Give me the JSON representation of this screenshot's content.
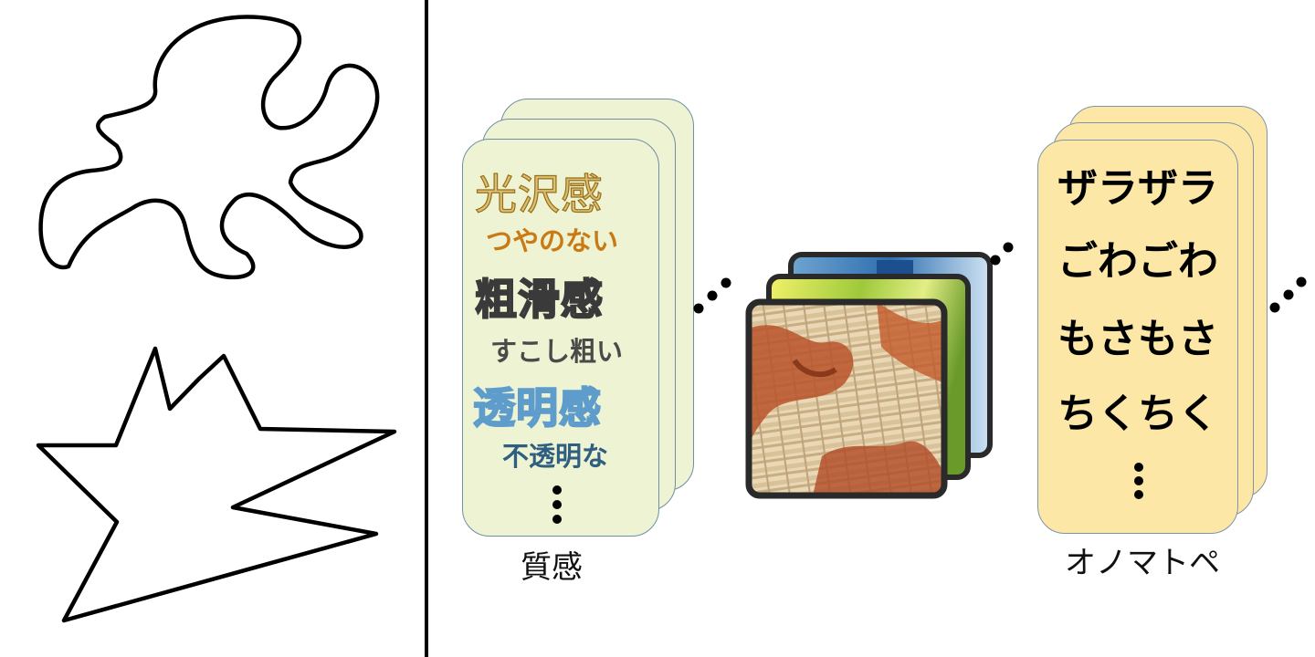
{
  "texture": {
    "caption": "質感",
    "terms": [
      {
        "term": "光沢感",
        "sub": "つやのない"
      },
      {
        "term": "粗滑感",
        "sub": "すこし粗い"
      },
      {
        "term": "透明感",
        "sub": "不透明な"
      }
    ]
  },
  "onomatopoeia": {
    "caption": "オノマトペ",
    "words": [
      "ザラザラ",
      "ごわごわ",
      "もさもさ",
      "ちくちく"
    ]
  },
  "colors": {
    "texture_card_fill": "#eef3d3",
    "onomatopoeia_card_fill": "#fce7a6",
    "card_border": "#6f8fa3",
    "divider": "#000000"
  },
  "icons": {
    "ellipsis": "vertical-and-diagonal-dots",
    "left_shapes": [
      "rounded-blob-outline",
      "spiky-star-outline"
    ],
    "image_stack": [
      "woven-fabric-texture",
      "green-gradient-texture",
      "blue-striped-texture"
    ]
  }
}
